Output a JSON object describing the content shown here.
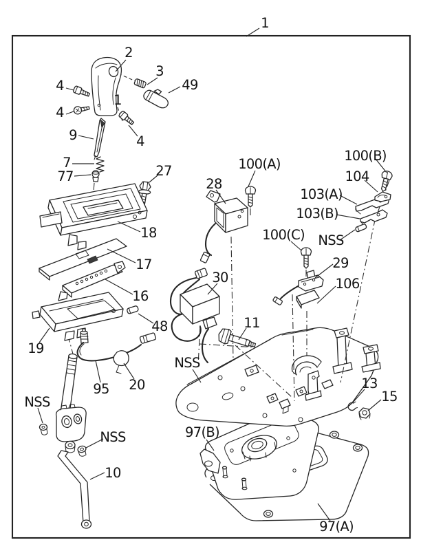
{
  "colors": {
    "line": "#262626",
    "label": "#141414",
    "background": "#ffffff",
    "shade": "#3a3a3a"
  },
  "callouts": {
    "assembly_1": "1",
    "knob_2": "2",
    "spring_pin_3": "3",
    "screw_4_a": "4",
    "screw_4_b": "4",
    "screw_4_c": "4",
    "pin_1": "1",
    "button_49": "49",
    "blade_9": "9",
    "spring_7": "7",
    "screw_77": "77",
    "bolt_27": "27",
    "housing_18": "18",
    "plate_17": "17",
    "slider_16": "16",
    "clip_48": "48",
    "cover_19": "19",
    "harness_95": "95",
    "clamp_20": "20",
    "lever_10": "10",
    "nss_a": "NSS",
    "nss_b": "NSS",
    "nss_c": "NSS",
    "nss_d": "NSS",
    "relay_28": "28",
    "screw_100_a": "100(A)",
    "screw_100_b": "100(B)",
    "screw_100_c": "100(C)",
    "clamp_104": "104",
    "bracket_103_a": "103(A)",
    "bracket_103_b": "103(B)",
    "switch_29": "29",
    "pad_106": "106",
    "unit_30": "30",
    "bolt_11": "11",
    "snap_ring_13": "13",
    "nut_15": "15",
    "plate_97_b": "97(B)",
    "plate_97_a": "97(A)"
  }
}
